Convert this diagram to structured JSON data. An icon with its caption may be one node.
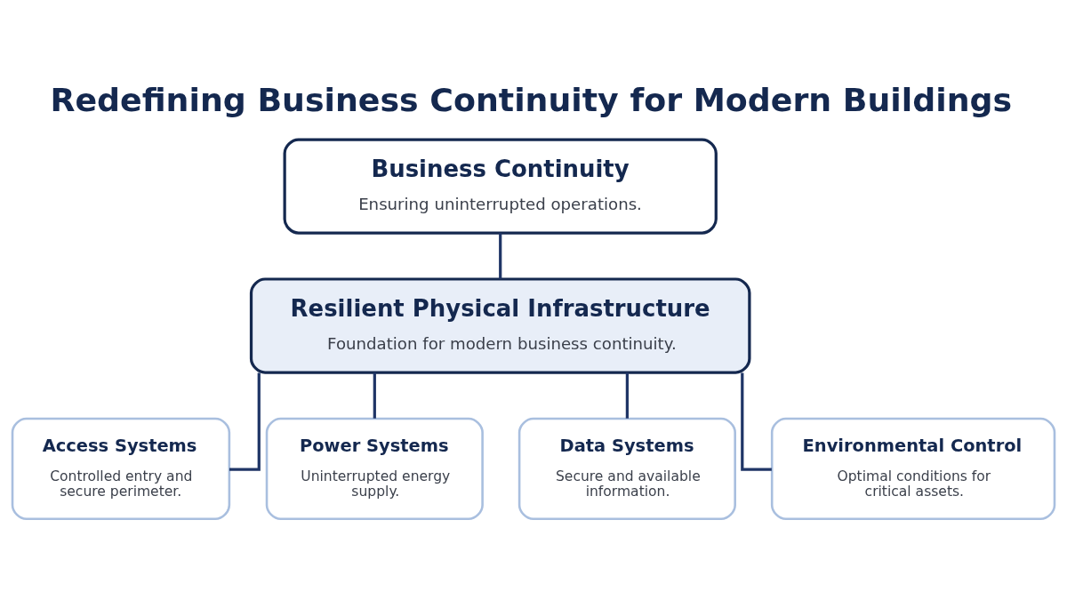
{
  "diagram": {
    "title": "Redefining Business Continuity for Modern Buildings",
    "nodes": [
      {
        "text": [
          "Business Continuity",
          "Ensuring uninterrupted operations."
        ]
      },
      {
        "text": [
          "Resilient Physical Infrastructure",
          "Foundation for modern business continuity."
        ]
      },
      {
        "text": [
          "Access Systems",
          "Controlled entry and secure perimeter."
        ]
      },
      {
        "text": [
          "Power Systems",
          "Uninterrupted energy supply."
        ]
      },
      {
        "text": [
          "Data Systems",
          "Secure and available information."
        ]
      },
      {
        "text": [
          "Environmental Control",
          "Optimal conditions for critical assets."
        ]
      }
    ],
    "edges": [
      {
        "from": 0,
        "to": 1,
        "arrow": "none"
      },
      {
        "from": 1,
        "to": 2,
        "arrow": "none"
      },
      {
        "from": 1,
        "to": 3,
        "arrow": "none"
      },
      {
        "from": 1,
        "to": 4,
        "arrow": "none"
      },
      {
        "from": 1,
        "to": 5,
        "arrow": "none"
      }
    ]
  }
}
